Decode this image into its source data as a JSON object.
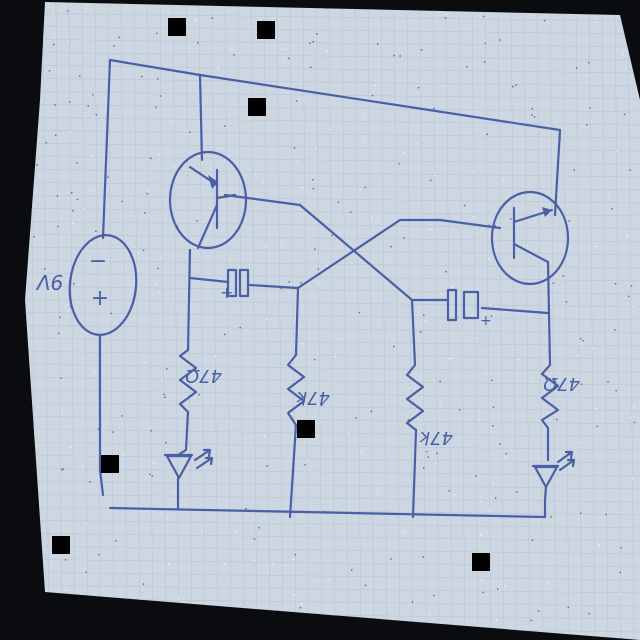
{
  "diagram": {
    "battery_label": "9V",
    "battery_minus": "−",
    "battery_plus": "+",
    "capacitor_left_plus": "+",
    "capacitor_right_plus": "+",
    "resistor_left_led": "47Ω",
    "resistor_left_base": "47k",
    "resistor_right_base": "47k",
    "resistor_right_led": "47Ω"
  },
  "colors": {
    "ink": "#4a5fa6",
    "paper": "#cdd7e1",
    "background": "#0b0c10"
  }
}
